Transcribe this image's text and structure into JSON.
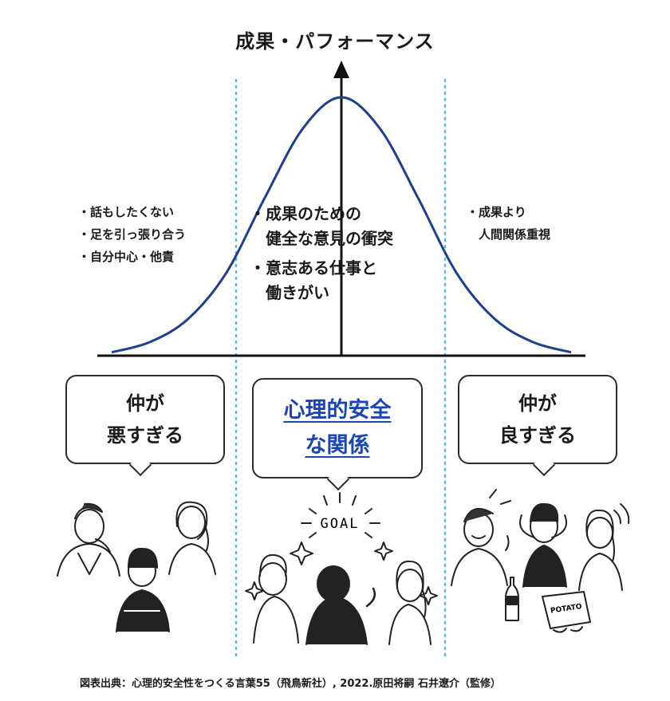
{
  "chart_data": {
    "type": "line",
    "title": "成果・パフォーマンス",
    "xlabel": "",
    "ylabel": "成果・パフォーマンス",
    "series": [
      {
        "values": [
          0.01,
          0.05,
          0.14,
          0.32,
          0.61,
          0.88,
          1.0,
          0.88,
          0.61,
          0.32,
          0.14,
          0.05,
          0.01
        ]
      }
    ]
  },
  "y_axis_title": "成果・パフォーマンス",
  "left_zone": {
    "items": [
      "・話もしたくない",
      "・足を引っ張り合う",
      "・自分中心・他責"
    ],
    "bubble": [
      "仲が",
      "悪すぎる"
    ]
  },
  "center_zone": {
    "items": [
      [
        "・成果のための",
        "　健全な意見の衝突"
      ],
      [
        "・意志ある仕事と",
        "　働きがい"
      ]
    ],
    "bubble": [
      "心理的安全",
      "な関係"
    ],
    "goal_label": "GOAL"
  },
  "right_zone": {
    "items": [
      "・成果より",
      "　人間関係重視"
    ],
    "bubble": [
      "仲が",
      "良すぎる"
    ],
    "bag_label": "POTATO"
  },
  "source": "図表出典：心理的安全性をつくる言葉55（飛鳥新社）, 2022.原田将嗣 石井遼介（監修）",
  "colors": {
    "curve": "#1b3f91",
    "divider": "#5bb8d4",
    "bubble_text_center": "#1b44b5"
  }
}
